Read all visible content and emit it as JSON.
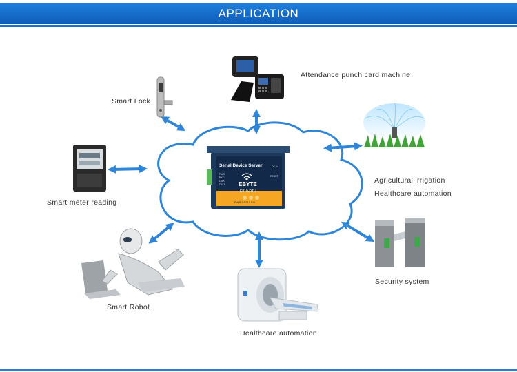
{
  "header": {
    "title": "APPLICATION"
  },
  "center_device": {
    "name": "Serial Device Server",
    "brand": "EBYTE",
    "model": "E810-DTU",
    "port_labels": [
      "PWR",
      "RXD",
      "LINK",
      "DATA",
      "RESET",
      "DC-IN"
    ],
    "bottom_text": "PWR  DATA  LINK"
  },
  "labels": {
    "attendance": "Attendance punch card machine",
    "smart_lock": "Smart Lock",
    "agricultural": "Agricultural irrigation",
    "healthcare_right": "Healthcare automation",
    "smart_meter": "Smart meter reading",
    "security": "Security system",
    "smart_robot": "Smart Robot",
    "healthcare_bottom": "Healthcare automation"
  },
  "colors": {
    "accent": "#1a6fd0",
    "cloud_stroke": "#2f86d8",
    "arrow": "#2f86d8",
    "device_orange": "#f5a623"
  }
}
